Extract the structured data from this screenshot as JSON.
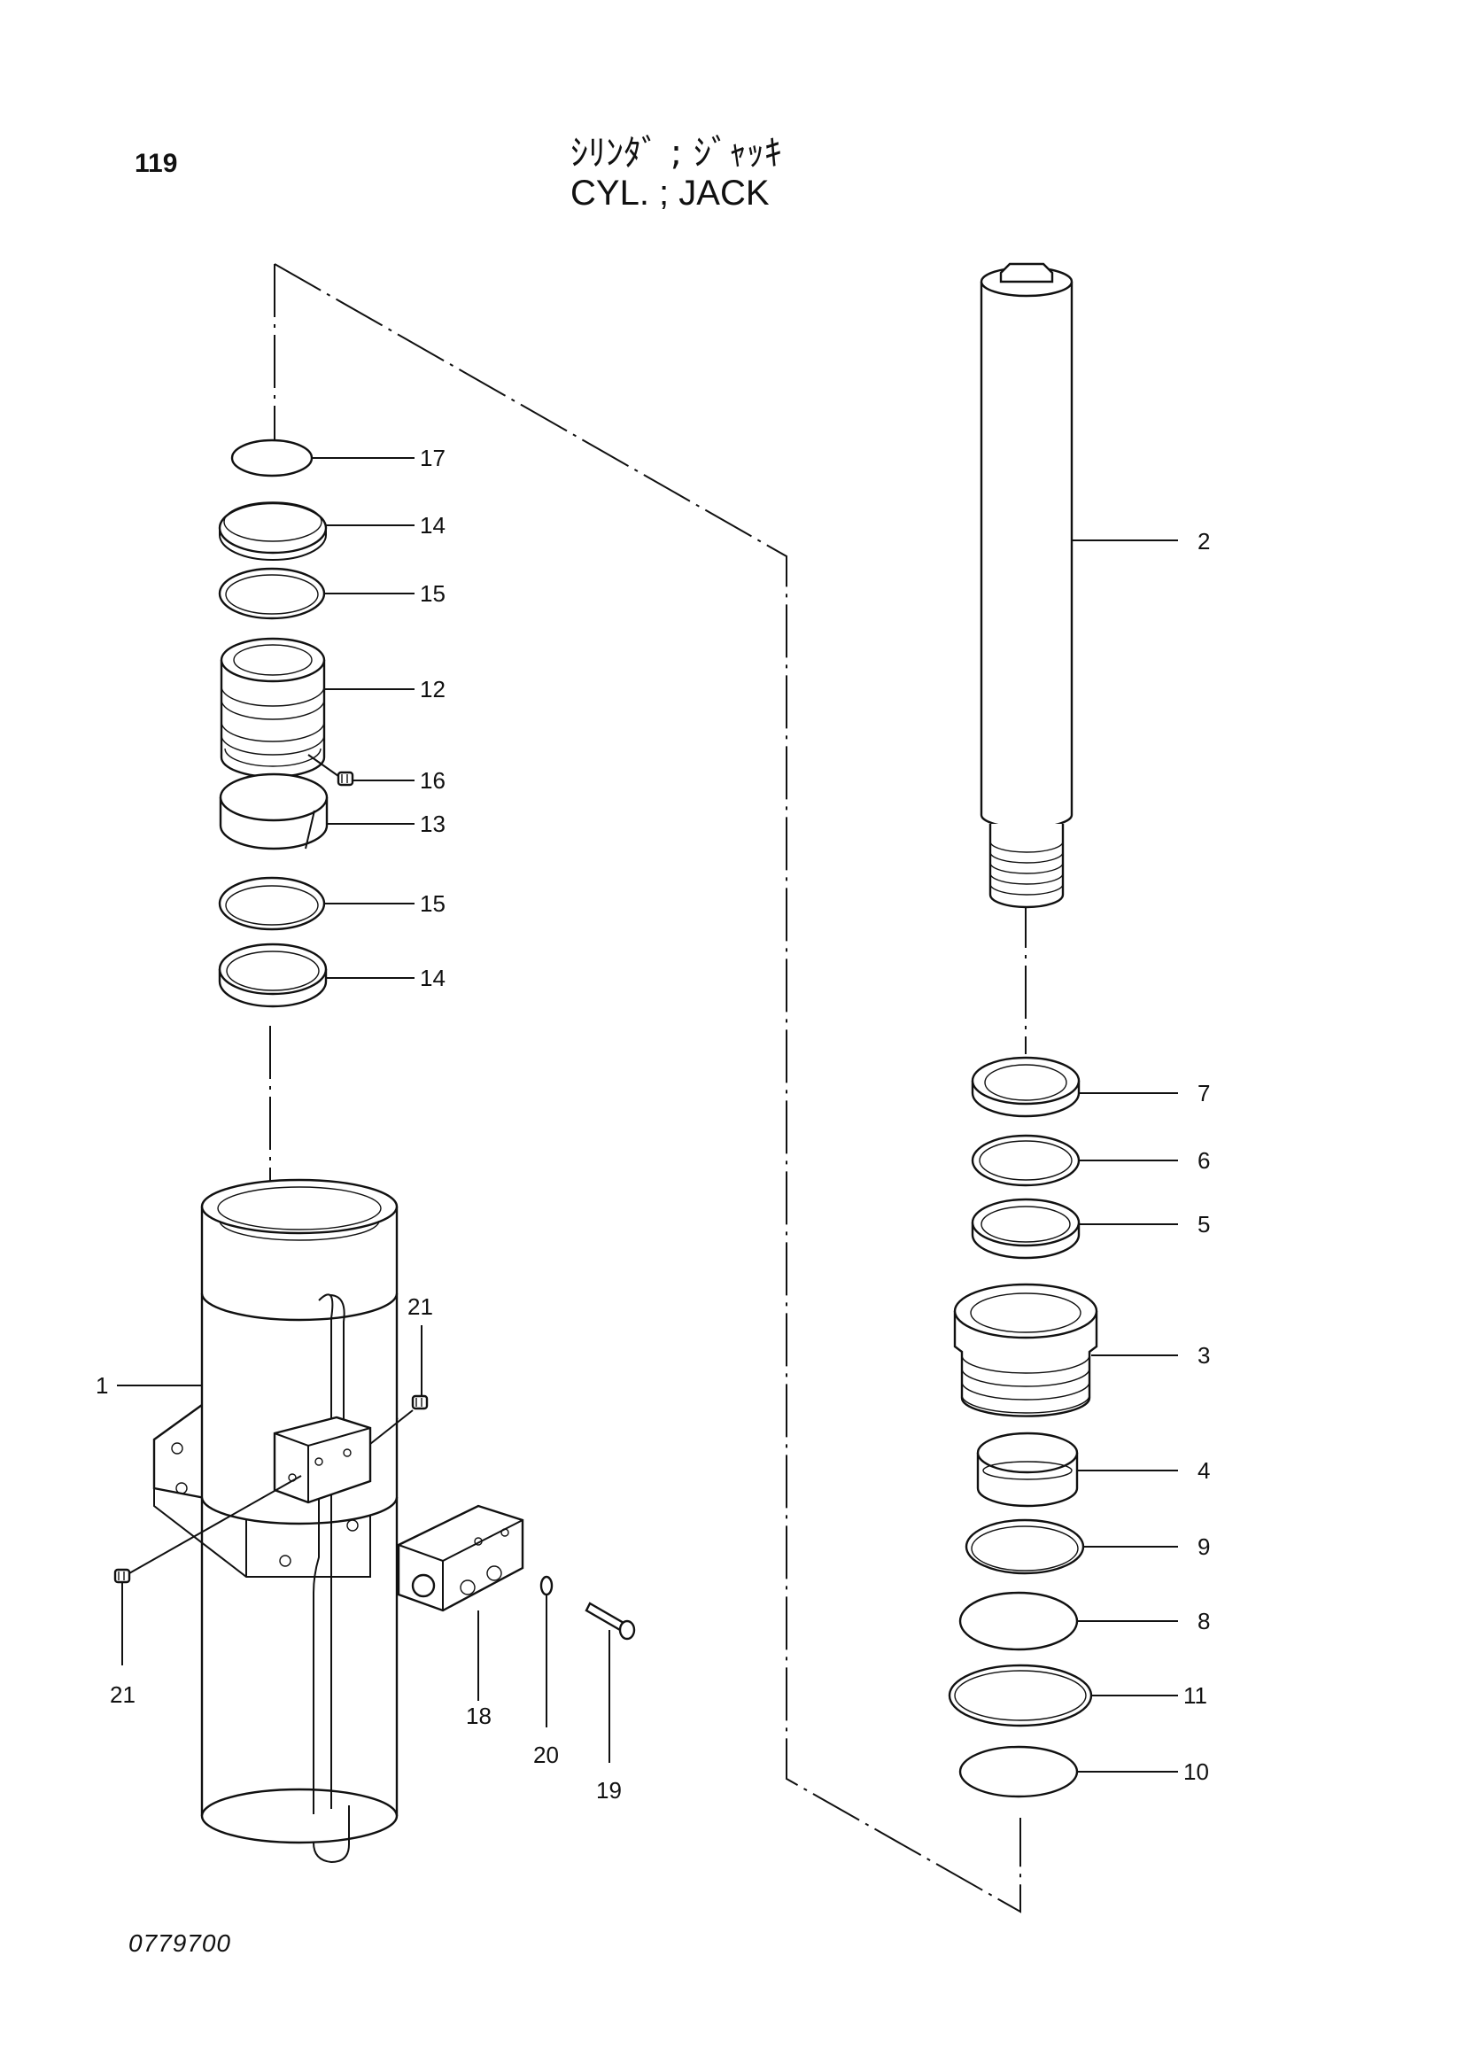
{
  "header": {
    "page_number": "119",
    "title_jp": "ｼﾘﾝﾀﾞ ; ｼﾞｬｯｷ",
    "title_en": "CYL. ; JACK"
  },
  "footer": {
    "drawing_number": "0779700"
  },
  "callouts": {
    "c1": "1",
    "c2": "2",
    "c3": "3",
    "c4": "4",
    "c5": "5",
    "c6": "6",
    "c7": "7",
    "c8": "8",
    "c9": "9",
    "c10": "10",
    "c11": "11",
    "c12": "12",
    "c13": "13",
    "c14a": "14",
    "c14b": "14",
    "c15a": "15",
    "c15b": "15",
    "c16": "16",
    "c17": "17",
    "c18": "18",
    "c19": "19",
    "c20": "20",
    "c21a": "21",
    "c21b": "21"
  }
}
